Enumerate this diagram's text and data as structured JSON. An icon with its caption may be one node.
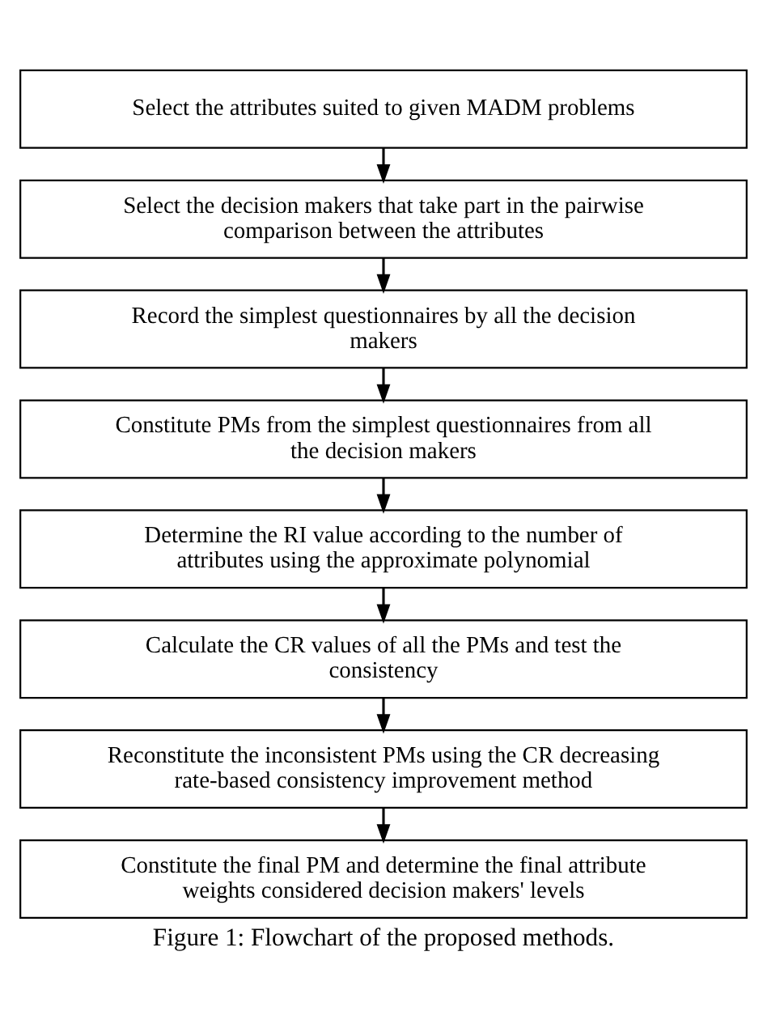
{
  "diagram": {
    "caption": "Figure 1: Flowchart of the proposed methods.",
    "nodes": [
      {
        "text": [
          "Select the attributes suited to given MADM problems"
        ]
      },
      {
        "text": [
          "Select the decision makers that take part in the pairwise comparison between the attributes"
        ]
      },
      {
        "text": [
          "Record the simplest questionnaires by all the decision makers"
        ]
      },
      {
        "text": [
          "Constitute PMs from the simplest questionnaires from all the decision makers"
        ]
      },
      {
        "text": [
          "Determine the RI value according to the number of attributes using the approximate polynomial"
        ]
      },
      {
        "text": [
          "Calculate the CR values of all the PMs and test the consistency"
        ]
      },
      {
        "text": [
          "Reconstitute the inconsistent PMs using the CR decreasing rate-based consistency improvement method"
        ]
      },
      {
        "text": [
          "Constitute the final PM and determine the final attribute weights considered decision makers' levels"
        ]
      }
    ],
    "edges": [
      {
        "from": 0,
        "to": 1,
        "arrow": "to"
      },
      {
        "from": 1,
        "to": 2,
        "arrow": "to"
      },
      {
        "from": 2,
        "to": 3,
        "arrow": "to"
      },
      {
        "from": 3,
        "to": 4,
        "arrow": "to"
      },
      {
        "from": 4,
        "to": 5,
        "arrow": "to"
      },
      {
        "from": 5,
        "to": 6,
        "arrow": "to"
      },
      {
        "from": 6,
        "to": 7,
        "arrow": "to"
      }
    ]
  }
}
